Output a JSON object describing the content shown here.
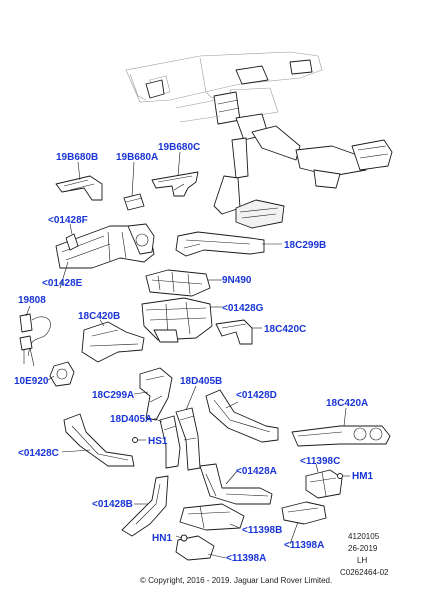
{
  "callouts": {
    "c19b680b": "19B680B",
    "c19b680a": "19B680A",
    "c19b680c": "19B680C",
    "c01428f": "<01428F",
    "c18c299b": "18C299B",
    "c01428e": "<01428E",
    "c9n490": "9N490",
    "c19808": "19808",
    "c18c420b": "18C420B",
    "c01428g": "<01428G",
    "c18c420c": "18C420C",
    "c10e920": "10E920",
    "c18c299a": "18C299A",
    "c18d405b": "18D405B",
    "c01428d": "<01428D",
    "c18c420a": "18C420A",
    "c18d405a": "18D405A",
    "chs1": "HS1",
    "c01428c": "<01428C",
    "c11398c": "<11398C",
    "chm1": "HM1",
    "c01428a": "<01428A",
    "c01428b": "<01428B",
    "c11398b": "<11398B",
    "chn1": "HN1",
    "c11398a_right": "<11398A",
    "c11398a_bottom": "<11398A"
  },
  "reference": {
    "number": "4120105",
    "date": "26-2019",
    "side": "LH",
    "code": "C0262464-02"
  },
  "copyright": "© Copyright, 2016 - 2019. Jaguar Land Rover Limited.",
  "colors": {
    "callout": "#1a35d6",
    "linework": "#1a1a1a"
  }
}
